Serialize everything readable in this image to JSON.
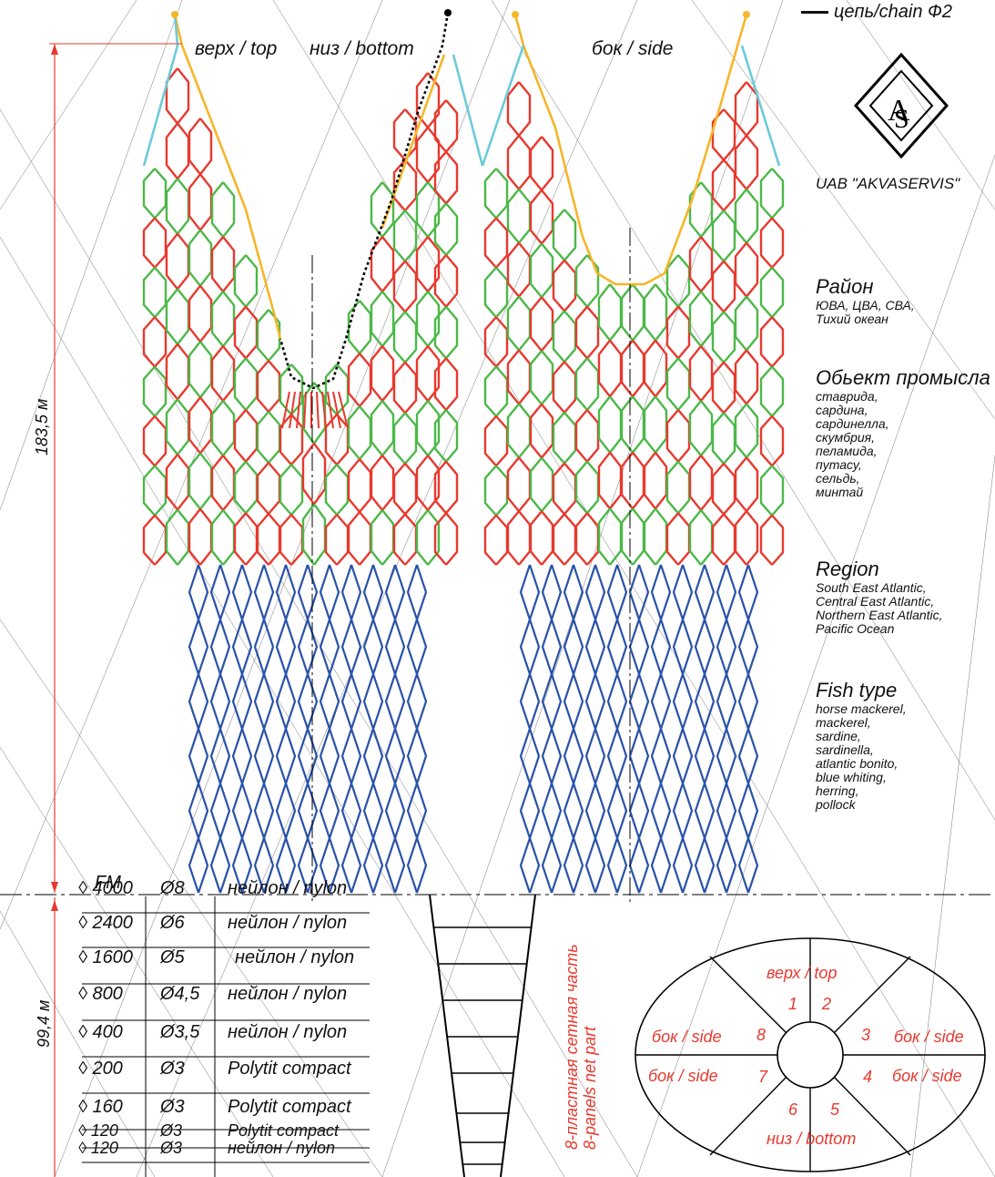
{
  "legend": {
    "chain": "цепь/chain Ф2"
  },
  "company": {
    "name": "UAB \"AKVASERVIS\""
  },
  "labels": {
    "top": "верх / top",
    "bottom": "низ / bottom",
    "side": "бок / side",
    "height_upper": "183,5 м",
    "height_lower": "99,4 м",
    "fm": "FM",
    "vertical_note_1": "8-пластная сетная часть",
    "vertical_note_2": "8-panels net part"
  },
  "info": {
    "region_ru_title": "Район",
    "region_ru": [
      "ЮВА, ЦВА, СВА,",
      "Тихий океан"
    ],
    "fish_ru_title": "Обьект промысла",
    "fish_ru": [
      "ставрида,",
      "сардина,",
      "сардинелла,",
      "скумбрия,",
      "пеламида,",
      "путасу,",
      "сельдь,",
      "минтай"
    ],
    "region_en_title": "Region",
    "region_en": [
      "South East Atlantic,",
      "Central East Atlantic,",
      "Northern East Atlantic,",
      "Pacific Ocean"
    ],
    "fish_en_title": "Fish type",
    "fish_en": [
      "horse mackerel,",
      "mackerel,",
      "sardine,",
      "sardinella,",
      "atlantic bonito,",
      "blue whiting,",
      "herring,",
      "pollock"
    ]
  },
  "mesh_table": [
    {
      "mesh": "◊ 4000",
      "dia": "Ø8",
      "material": "нейлон / nylon"
    },
    {
      "mesh": "◊ 2400",
      "dia": "Ø6",
      "material": "нейлон / nylon"
    },
    {
      "mesh": "◊ 1600",
      "dia": "Ø5",
      "material": "нейлон / nylon"
    },
    {
      "mesh": "◊ 800",
      "dia": "Ø4,5",
      "material": "нейлон / nylon"
    },
    {
      "mesh": "◊ 400",
      "dia": "Ø3,5",
      "material": "нейлон / nylon"
    },
    {
      "mesh": "◊ 200",
      "dia": "Ø3",
      "material": "Polytit compact"
    },
    {
      "mesh": "◊ 160",
      "dia": "Ø3",
      "material": "Polytit compact"
    },
    {
      "mesh": "◊ 120",
      "dia": "Ø3",
      "material": "Polytit compact"
    },
    {
      "mesh": "◊ 120",
      "dia": "Ø3",
      "material": "нейлон / nylon"
    }
  ],
  "section_diagram": {
    "top": "верх / top",
    "bottom": "низ / bottom",
    "side": "бок / side",
    "panel_numbers": [
      "1",
      "2",
      "3",
      "4",
      "5",
      "6",
      "7",
      "8"
    ]
  },
  "colors": {
    "red": "#e8392e",
    "green": "#4cb848",
    "blue": "#2a52a8",
    "orange": "#f5b62a",
    "cyan": "#6ccbd8"
  }
}
